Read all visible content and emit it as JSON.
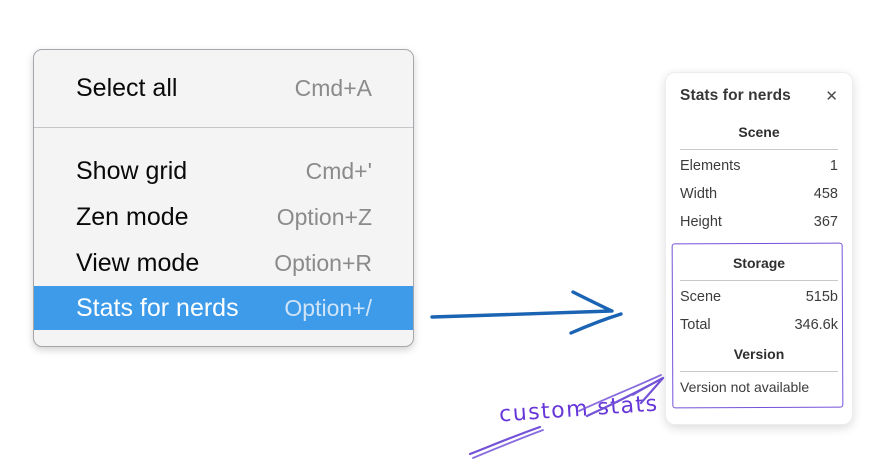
{
  "colors": {
    "menu_highlight": "#3d9be9",
    "arrow_blue": "#1b64b4",
    "annotation_purple": "#7452d8"
  },
  "menu": {
    "items": [
      {
        "label": "Select all",
        "shortcut": "Cmd+A"
      },
      {
        "label": "Show grid",
        "shortcut": "Cmd+'"
      },
      {
        "label": "Zen mode",
        "shortcut": "Option+Z"
      },
      {
        "label": "View mode",
        "shortcut": "Option+R"
      },
      {
        "label": "Stats for nerds",
        "shortcut": "Option+/"
      }
    ]
  },
  "stats_panel": {
    "title": "Stats for nerds",
    "close_icon": "✕",
    "sections": [
      {
        "title": "Scene",
        "rows": [
          {
            "label": "Elements",
            "value": "1"
          },
          {
            "label": "Width",
            "value": "458"
          },
          {
            "label": "Height",
            "value": "367"
          }
        ]
      },
      {
        "title": "Storage",
        "rows": [
          {
            "label": "Scene",
            "value": "515b"
          },
          {
            "label": "Total",
            "value": "346.6k"
          }
        ]
      },
      {
        "title": "Version",
        "note": "Version not available"
      }
    ]
  },
  "annotation": {
    "label": "custom stats"
  }
}
